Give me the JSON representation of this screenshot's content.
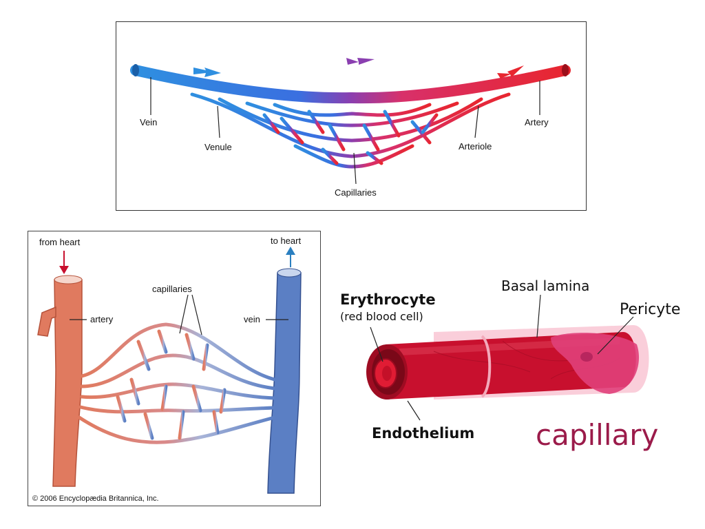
{
  "top_panel": {
    "labels": {
      "vein": "Vein",
      "venule": "Venule",
      "capillaries": "Capillaries",
      "arteriole": "Arteriole",
      "artery": "Artery"
    },
    "colors": {
      "vein": "#2f8fe0",
      "artery": "#e8262f",
      "capillary_mid": "#8a3fb0"
    }
  },
  "bottom_left_panel": {
    "labels": {
      "from_heart": "from heart",
      "to_heart": "to heart",
      "capillaries": "capillaries",
      "artery": "artery",
      "vein": "vein"
    },
    "copyright": "© 2006 Encyclopædia Britannica, Inc.",
    "colors": {
      "artery": "#e07a5f",
      "vein": "#5b7fc4",
      "arrow_in": "#c8102e",
      "arrow_out": "#2a7fc0"
    }
  },
  "bottom_right_panel": {
    "labels": {
      "erythrocyte": "Erythrocyte",
      "erythrocyte_sub": "(red blood cell)",
      "basal_lamina": "Basal lamina",
      "pericyte": "Pericyte",
      "endothelium": "Endothelium"
    },
    "title": "capillary",
    "colors": {
      "vessel": "#c8102e",
      "lamina": "#f7b8c8",
      "pericyte": "#e0407a",
      "title": "#9b1b4a"
    }
  }
}
